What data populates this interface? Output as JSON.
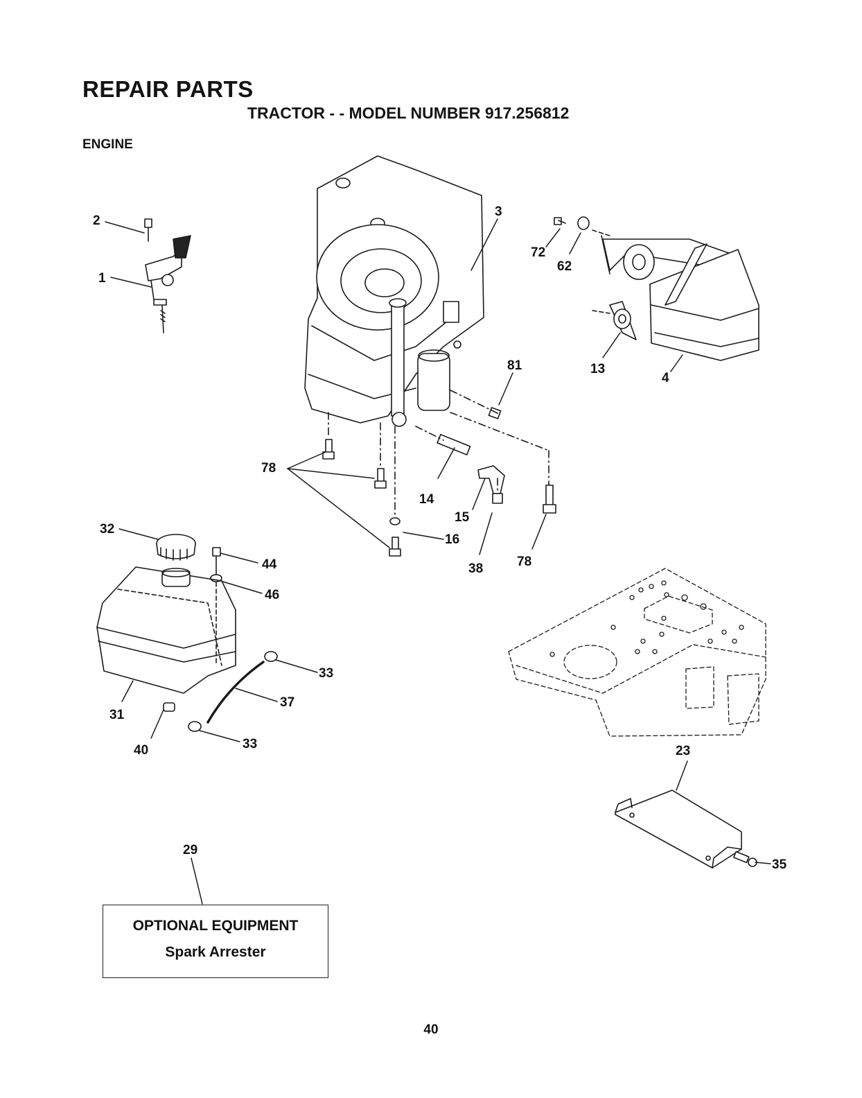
{
  "header": {
    "title": "REPAIR PARTS",
    "subtitle": "TRACTOR - - MODEL NUMBER 917.256812",
    "section": "ENGINE"
  },
  "callouts": {
    "c1": "1",
    "c2": "2",
    "c3": "3",
    "c4": "4",
    "c13": "13",
    "c14": "14",
    "c15": "15",
    "c16": "16",
    "c23": "23",
    "c29": "29",
    "c31": "31",
    "c32": "32",
    "c33a": "33",
    "c33b": "33",
    "c35": "35",
    "c37": "37",
    "c38": "38",
    "c40": "40",
    "c44": "44",
    "c46": "46",
    "c62": "62",
    "c72": "72",
    "c78a": "78",
    "c78b": "78",
    "c81": "81"
  },
  "optional_equipment": {
    "heading": "OPTIONAL EQUIPMENT",
    "item": "Spark Arrester"
  },
  "footer": {
    "page_number": "40"
  }
}
